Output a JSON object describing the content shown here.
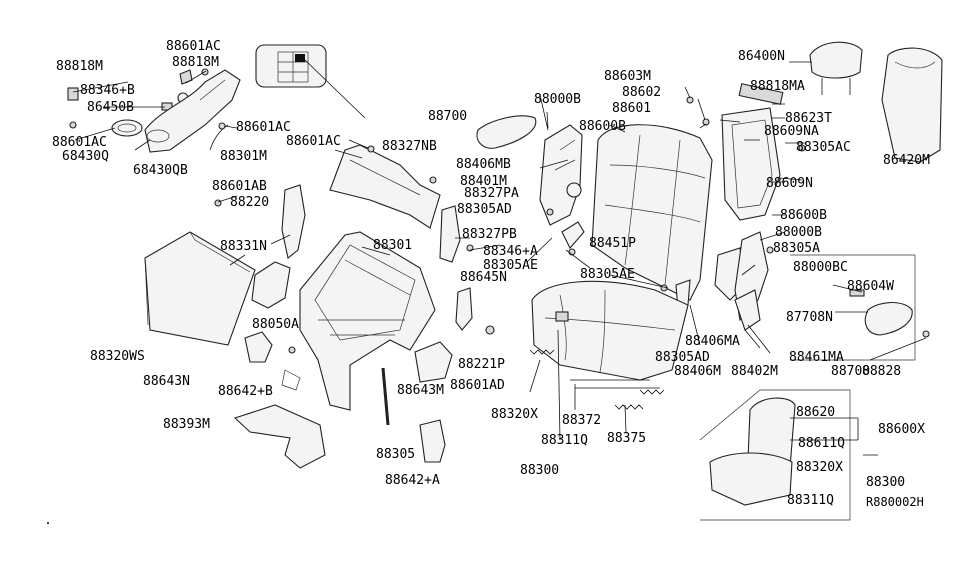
{
  "labels": [
    "88601AC",
    "88818M",
    "88818M",
    "88346+B",
    "86450B",
    "88601AC",
    "68430Q",
    "68430QB",
    "88601AC",
    "88301M",
    "88601AC",
    "88327NB",
    "88601AB",
    "88220",
    "88331N",
    "88320WS",
    "88643N",
    "88050A",
    "88642+B",
    "88393M",
    "88301",
    "88327PA",
    "88305AD",
    "88327PB",
    "88346+A",
    "88305AE",
    "88645N",
    "88643M",
    "88221P",
    "88601AD",
    "88305",
    "88642+A",
    "88700",
    "88000B",
    "88406MB",
    "88401M",
    "88603M",
    "88602",
    "88601",
    "88600B",
    "88451P",
    "88305AE",
    "88320X",
    "88311Q",
    "88372",
    "88375",
    "88300",
    "86400N",
    "88818MA",
    "88623T",
    "88609NA",
    "88305AC",
    "86420M",
    "88609N",
    "88600B",
    "88000B",
    "88305A",
    "88000BC",
    "88604W",
    "87708N",
    "88828",
    "88700",
    "88406MA",
    "88305AD",
    "88402M",
    "88406M",
    "88461MA",
    "88620",
    "88611Q",
    "88600X",
    "88320X",
    "88300",
    "88311Q"
  ],
  "diagram_ref": "R880002H"
}
